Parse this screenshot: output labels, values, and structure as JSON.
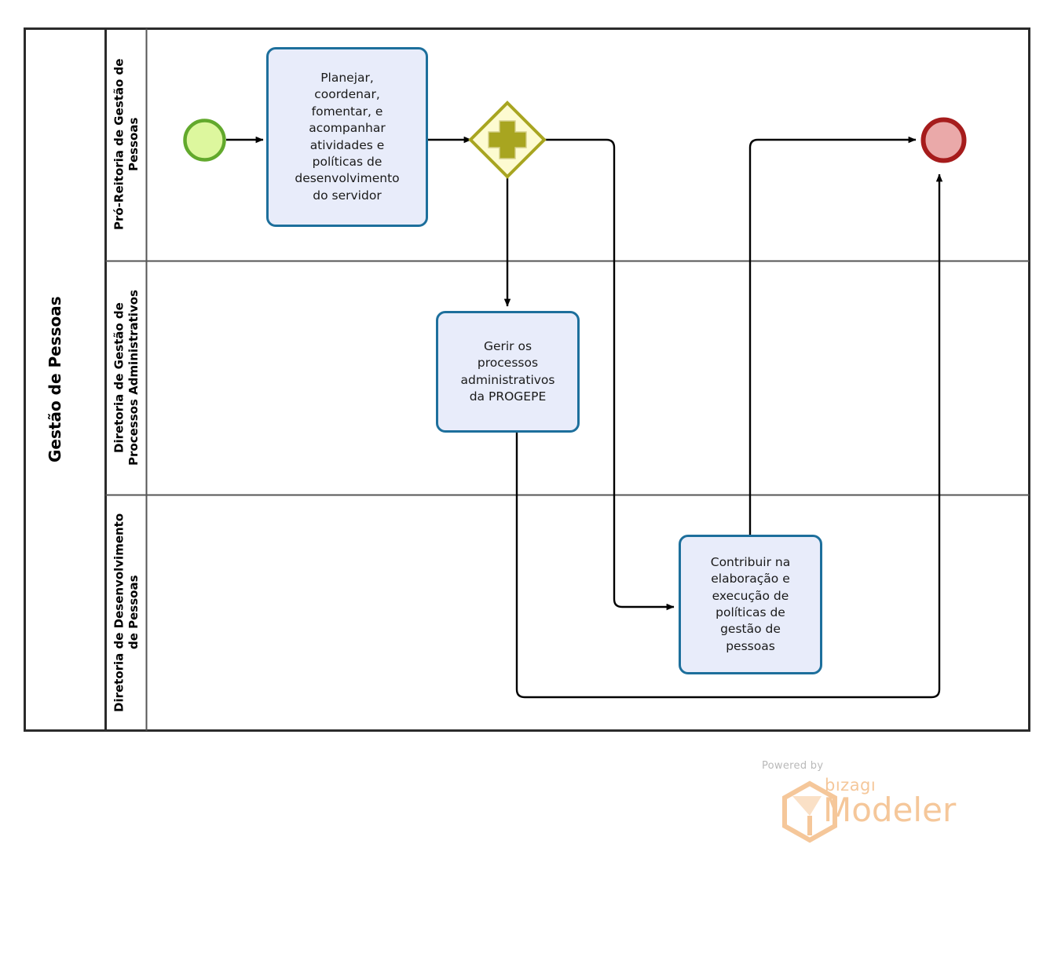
{
  "diagram": {
    "type": "bpmn-process-diagram",
    "pool": {
      "name": "Gestão de Pessoas"
    },
    "lanes": [
      {
        "id": "lane-1",
        "label": "Pró-Reitoria de Gestão de\nPessoas"
      },
      {
        "id": "lane-2",
        "label": "Diretoria de Gestão de\nProcessos Administrativos"
      },
      {
        "id": "lane-3",
        "label": "Diretoria de Desenvolvimento\nde Pessoas"
      }
    ],
    "events": [
      {
        "id": "start-event",
        "kind": "start",
        "lane": "lane-1",
        "fill": "#ddf79e",
        "stroke": "#62a92c"
      },
      {
        "id": "end-event",
        "kind": "end",
        "lane": "lane-1",
        "fill": "#eaa9a9",
        "stroke": "#a61c1c"
      }
    ],
    "gateways": [
      {
        "id": "parallel-gateway",
        "kind": "parallel",
        "lane": "lane-1",
        "symbol": "plus",
        "fill": "#fdfbd1",
        "stroke": "#a8a520"
      }
    ],
    "tasks": [
      {
        "id": "task-planejar",
        "lane": "lane-1",
        "label": "Planejar,\ncoordenar,\nfomentar, e\nacompanhar\natividades e\npolíticas de\ndesenvolvimento\ndo servidor"
      },
      {
        "id": "task-gerir",
        "lane": "lane-2",
        "label": "Gerir os\nprocessos\nadministrativos\nda PROGEPE"
      },
      {
        "id": "task-contribuir",
        "lane": "lane-3",
        "label": "Contribuir na\nelaboração e\nexecução de\npolíticas de\ngestão de\npessoas"
      }
    ],
    "flows": [
      {
        "from": "start-event",
        "to": "task-planejar"
      },
      {
        "from": "task-planejar",
        "to": "parallel-gateway"
      },
      {
        "from": "parallel-gateway",
        "to": "task-gerir"
      },
      {
        "from": "parallel-gateway",
        "to": "task-contribuir"
      },
      {
        "from": "task-contribuir",
        "to": "end-event"
      },
      {
        "from": "task-gerir",
        "to": "end-event"
      }
    ],
    "colors": {
      "task_fill": "#e8ecfa",
      "task_stroke": "#1d6f9c",
      "pool_stroke": "#3f3f3f",
      "connector": "#000000"
    }
  },
  "footer": {
    "powered_by": "Powered by",
    "brand_small": "bızagı",
    "brand_large": "Modeler"
  }
}
